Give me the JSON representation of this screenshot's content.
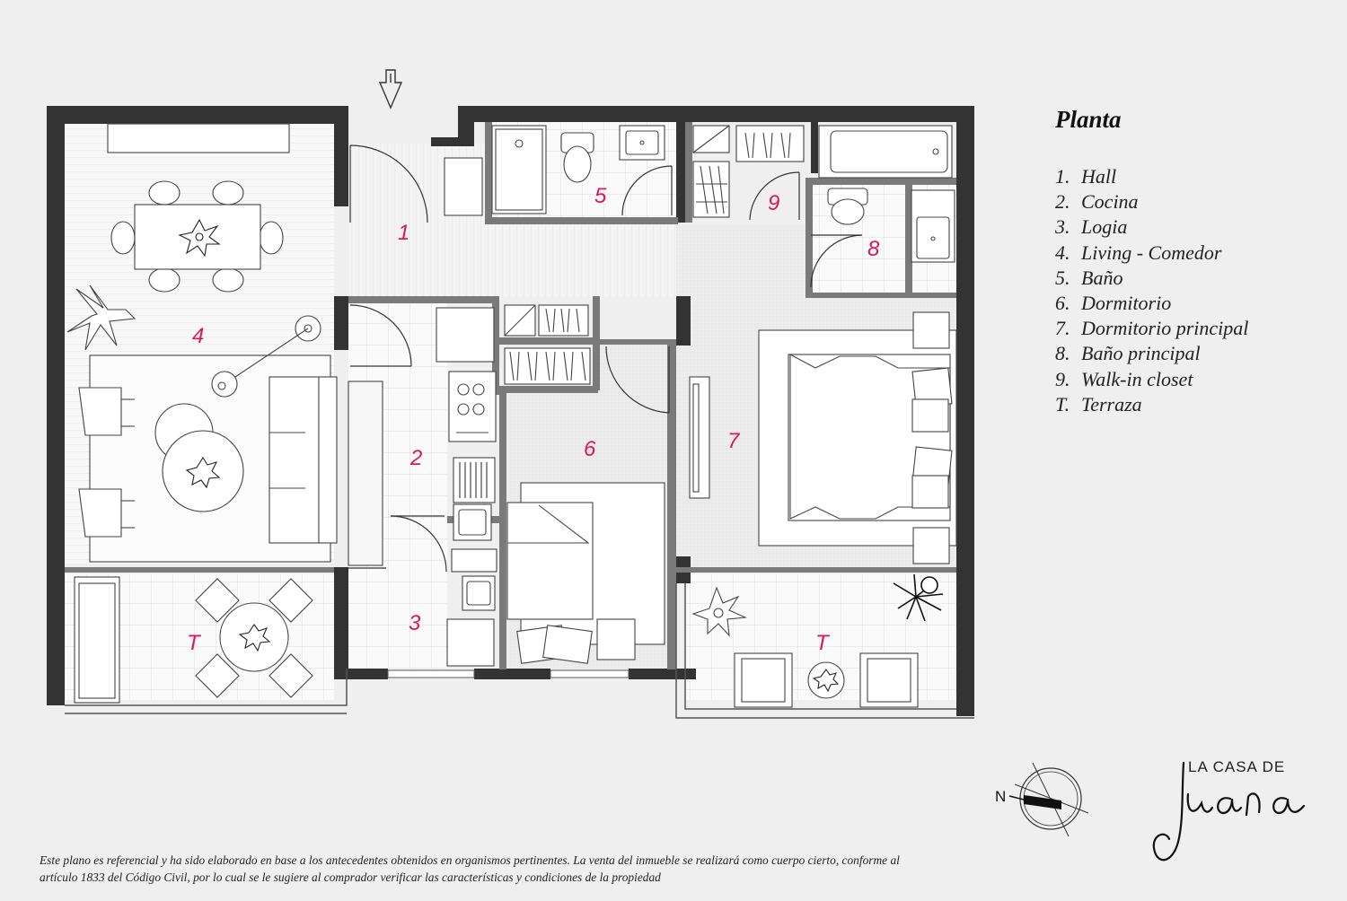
{
  "legend": {
    "title": "Planta",
    "items": [
      {
        "num": "1.",
        "name": "Hall"
      },
      {
        "num": "2.",
        "name": "Cocina"
      },
      {
        "num": "3.",
        "name": "Logia"
      },
      {
        "num": "4.",
        "name": "Living - Comedor"
      },
      {
        "num": "5.",
        "name": "Baño"
      },
      {
        "num": "6.",
        "name": "Dormitorio"
      },
      {
        "num": "7.",
        "name": "Dormitorio principal"
      },
      {
        "num": "8.",
        "name": "Baño principal"
      },
      {
        "num": "9.",
        "name": "Walk-in closet"
      },
      {
        "num": "T.",
        "name": "Terraza"
      }
    ]
  },
  "room_labels": {
    "r1": "1",
    "r2": "2",
    "r3": "3",
    "r4": "4",
    "r5": "5",
    "r6": "6",
    "r7": "7",
    "r8": "8",
    "r9": "9",
    "t_left": "T",
    "t_right": "T"
  },
  "compass": {
    "north": "N"
  },
  "brand": {
    "top": "LA CASA DE",
    "script": "Juana"
  },
  "disclaimer": "Este plano es referencial y ha sido elaborado en base a los antecedentes obtenidos en organismos pertinentes.  La venta del inmueble se realizará como cuerpo cierto, conforme al artículo 1833 del Código Civil, por lo cual se le sugiere al comprador verificar las características y condiciones de la propiedad",
  "colors": {
    "wall": "#333333",
    "label": "#e0155a",
    "floor": "#f7f7f7",
    "tile": "#dcdcdc"
  }
}
